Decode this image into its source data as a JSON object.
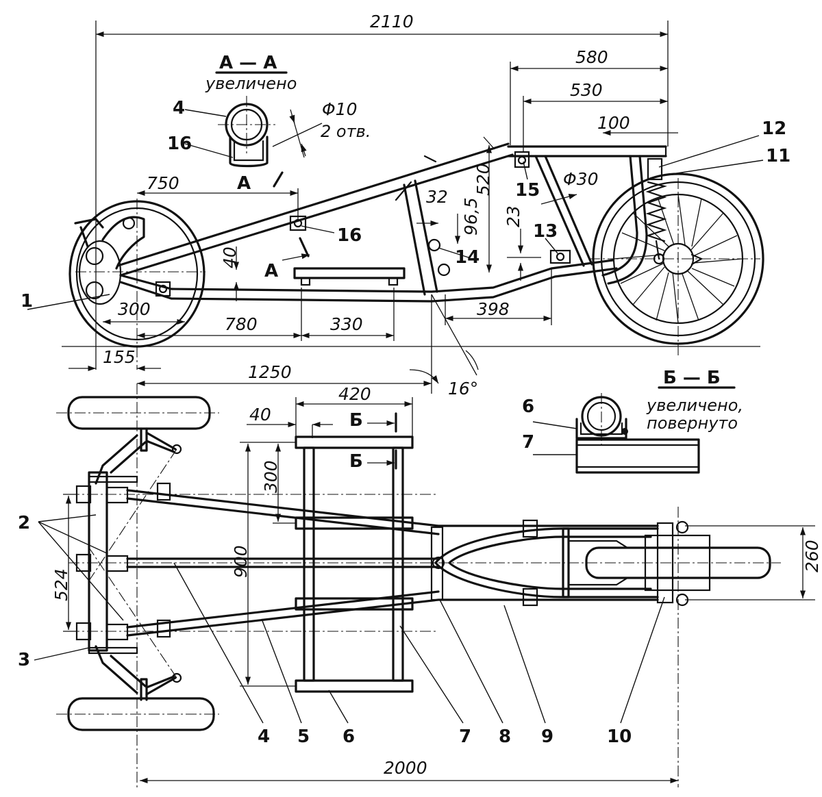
{
  "section_aa": {
    "title": "А — А",
    "subtitle": "увеличено",
    "hole_dim": "Φ10",
    "hole_count": "2 отв."
  },
  "section_bb": {
    "title": "Б — Б",
    "subtitle_line1": "увеличено,",
    "subtitle_line2": "повернуто"
  },
  "cut_marks": {
    "a": "А",
    "b": "Б"
  },
  "dimensions": {
    "overall_top": "2110",
    "d580": "580",
    "d530": "530",
    "d100": "100",
    "d750": "750",
    "d40": "40",
    "d300_wheel": "300",
    "d780": "780",
    "d330": "330",
    "d155": "155",
    "d1250": "1250",
    "angle": "16°",
    "d32": "32",
    "d96_5": "96,5",
    "d520": "520",
    "d23": "23",
    "d398": "398",
    "d30": "Φ30",
    "d420": "420",
    "d40_seat": "40",
    "d300_seat": "300",
    "d900": "900",
    "d524": "524",
    "d260": "260",
    "overall_bottom": "2000"
  },
  "callouts": {
    "c1": "1",
    "c2": "2",
    "c3": "3",
    "c4": "4",
    "c5": "5",
    "c6": "6",
    "c7": "7",
    "c8": "8",
    "c9": "9",
    "c10": "10",
    "c11": "11",
    "c12": "12",
    "c13": "13",
    "c14": "14",
    "c15": "15",
    "c16": "16",
    "c4_section": "4",
    "c16_section": "16",
    "c6_section": "6",
    "c7_section": "7"
  }
}
